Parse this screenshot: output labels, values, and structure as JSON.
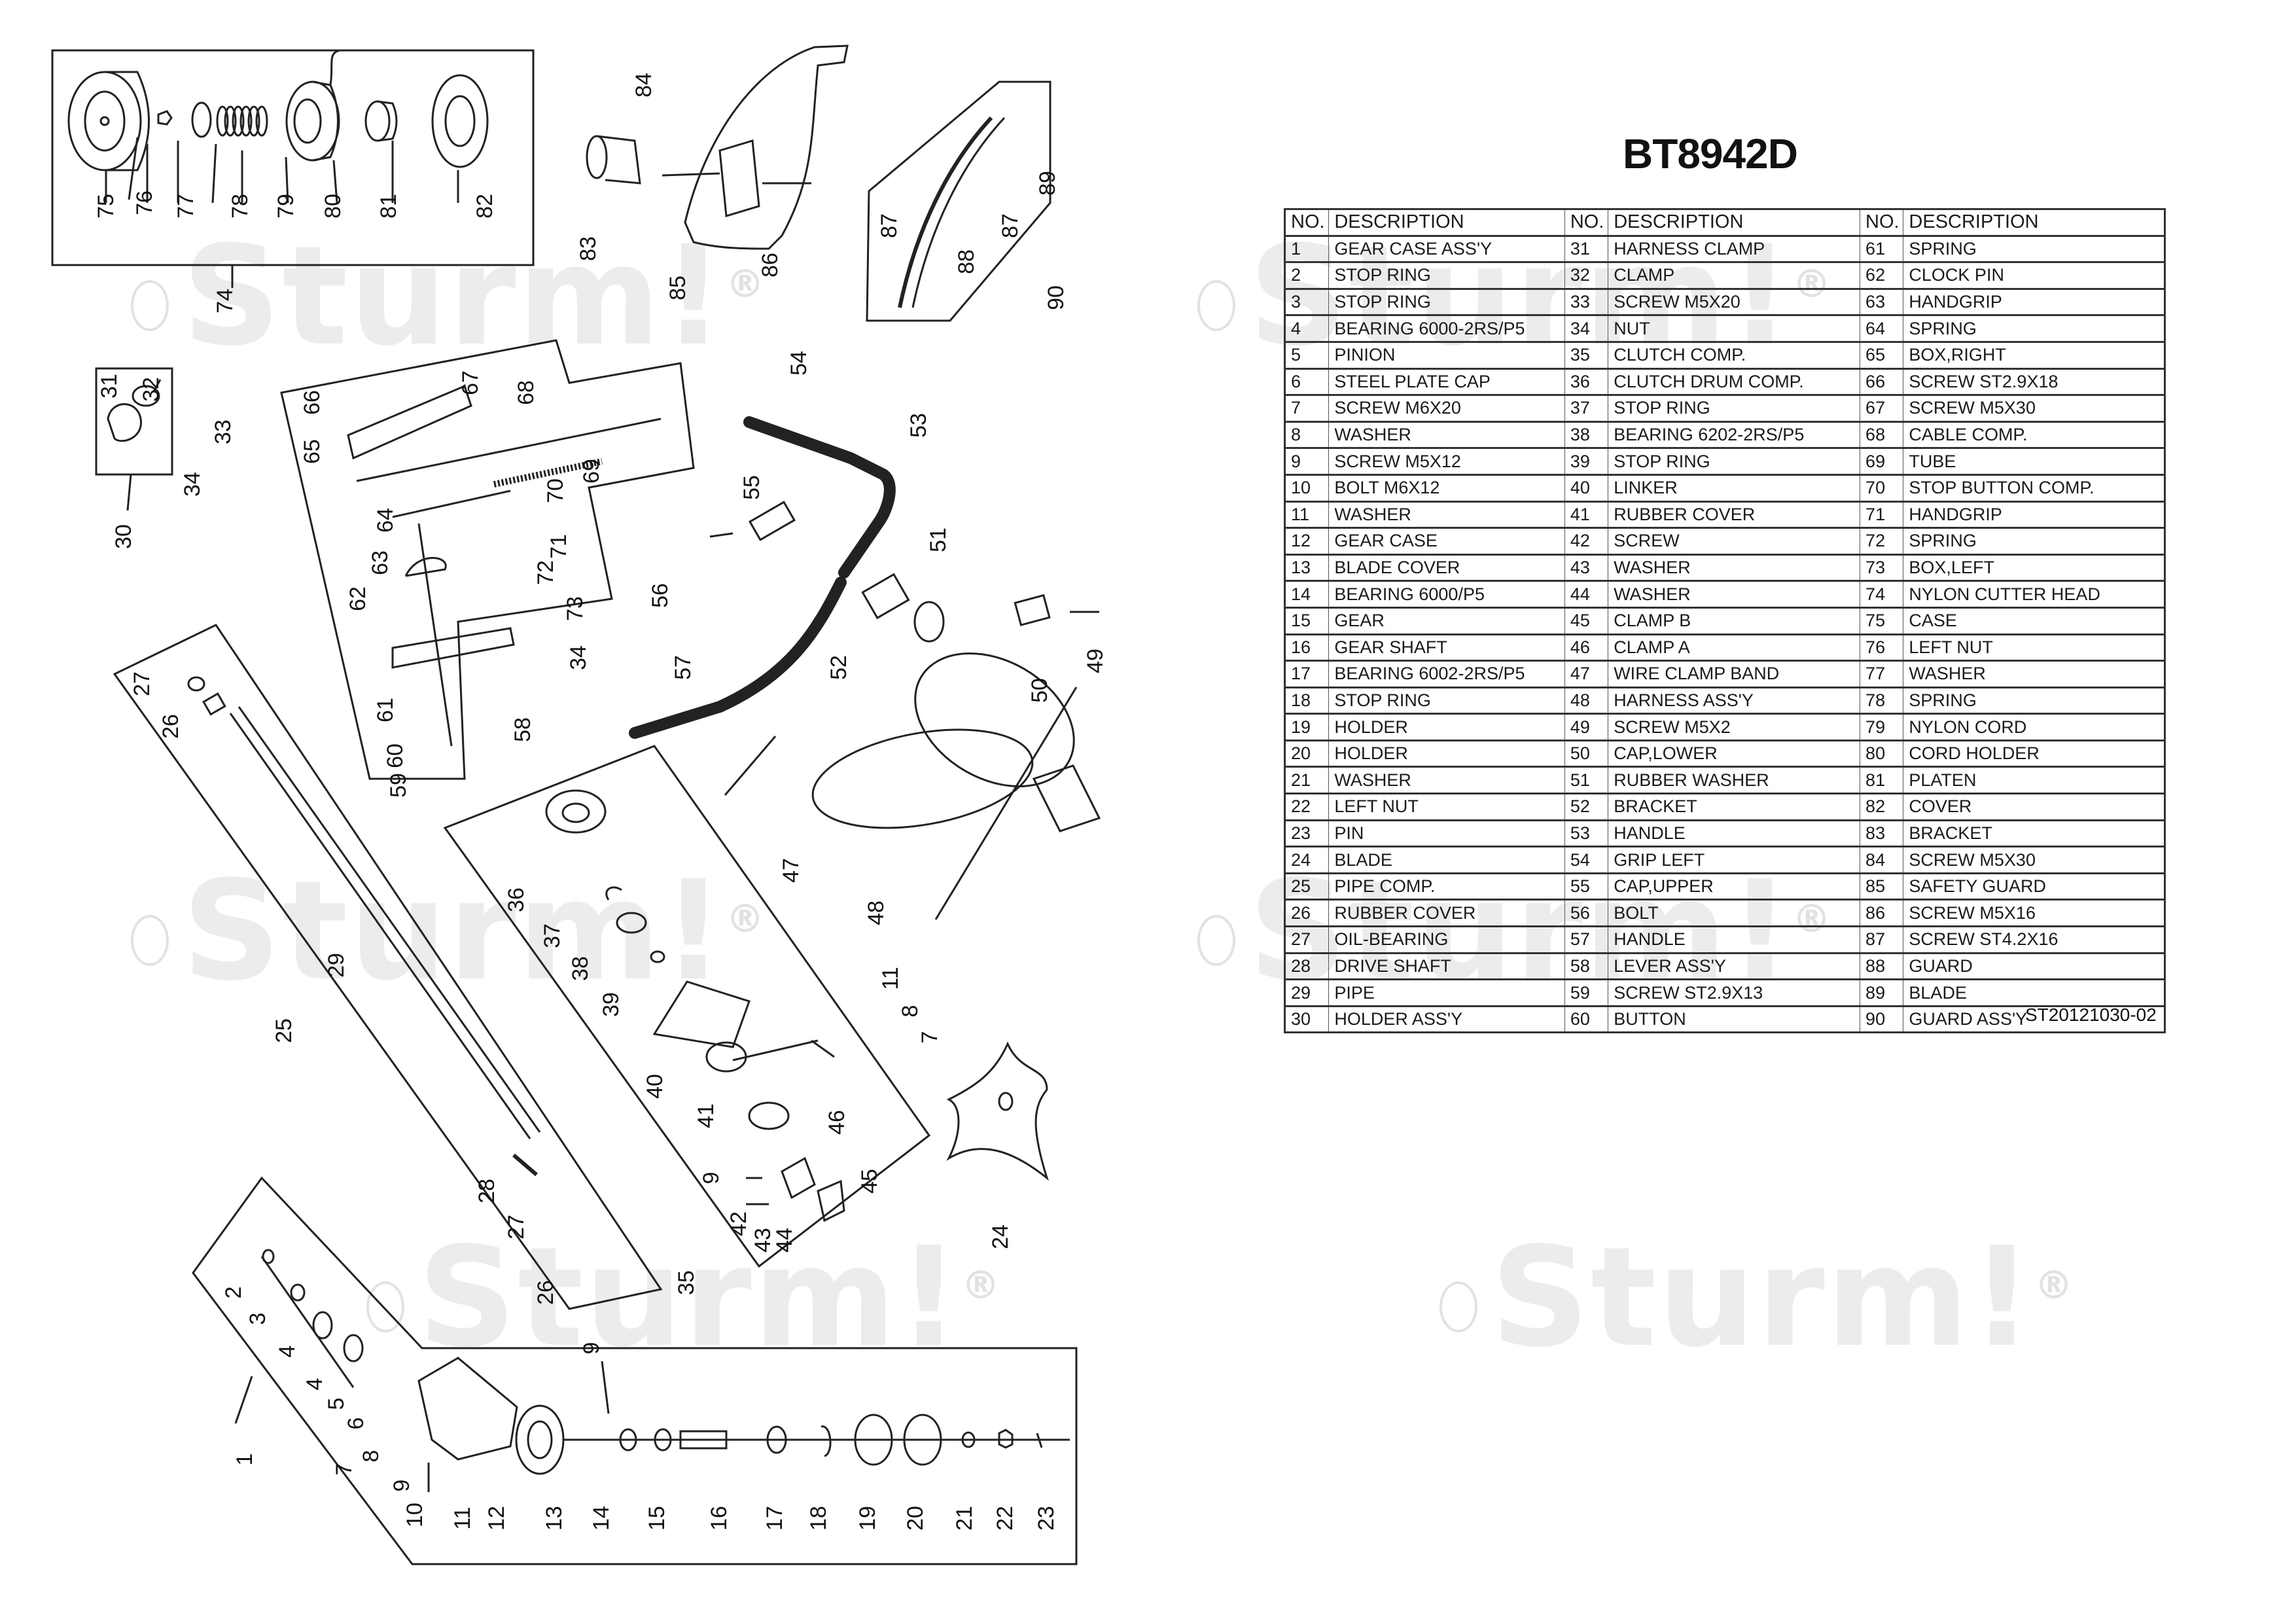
{
  "document": {
    "model": "BT8942D",
    "doc_number": "ST20121030-02",
    "watermark": "Sturm!",
    "watermark_mark": "®"
  },
  "table": {
    "headers": {
      "no": "NO.",
      "description": "DESCRIPTION"
    },
    "rows": [
      [
        {
          "no": "1",
          "d": "GEAR CASE ASS'Y"
        },
        {
          "no": "31",
          "d": "HARNESS CLAMP"
        },
        {
          "no": "61",
          "d": "SPRING"
        }
      ],
      [
        {
          "no": "2",
          "d": "STOP RING"
        },
        {
          "no": "32",
          "d": "CLAMP"
        },
        {
          "no": "62",
          "d": "CLOCK PIN"
        }
      ],
      [
        {
          "no": "3",
          "d": "STOP RING"
        },
        {
          "no": "33",
          "d": "SCREW M5X20"
        },
        {
          "no": "63",
          "d": "HANDGRIP"
        }
      ],
      [
        {
          "no": "4",
          "d": "BEARING 6000-2RS/P5"
        },
        {
          "no": "34",
          "d": "NUT"
        },
        {
          "no": "64",
          "d": "SPRING"
        }
      ],
      [
        {
          "no": "5",
          "d": "PINION"
        },
        {
          "no": "35",
          "d": "CLUTCH COMP."
        },
        {
          "no": "65",
          "d": "BOX,RIGHT"
        }
      ],
      [
        {
          "no": "6",
          "d": "STEEL PLATE CAP"
        },
        {
          "no": "36",
          "d": "CLUTCH DRUM COMP."
        },
        {
          "no": "66",
          "d": "SCREW ST2.9X18"
        }
      ],
      [
        {
          "no": "7",
          "d": "SCREW M6X20"
        },
        {
          "no": "37",
          "d": "STOP RING"
        },
        {
          "no": "67",
          "d": "SCREW M5X30"
        }
      ],
      [
        {
          "no": "8",
          "d": "WASHER"
        },
        {
          "no": "38",
          "d": "BEARING 6202-2RS/P5"
        },
        {
          "no": "68",
          "d": "CABLE COMP."
        }
      ],
      [
        {
          "no": "9",
          "d": "SCREW M5X12"
        },
        {
          "no": "39",
          "d": "STOP RING"
        },
        {
          "no": "69",
          "d": "TUBE"
        }
      ],
      [
        {
          "no": "10",
          "d": "BOLT M6X12"
        },
        {
          "no": "40",
          "d": "LINKER"
        },
        {
          "no": "70",
          "d": "STOP BUTTON COMP."
        }
      ],
      [
        {
          "no": "11",
          "d": "WASHER"
        },
        {
          "no": "41",
          "d": "RUBBER COVER"
        },
        {
          "no": "71",
          "d": "HANDGRIP"
        }
      ],
      [
        {
          "no": "12",
          "d": "GEAR CASE"
        },
        {
          "no": "42",
          "d": "SCREW"
        },
        {
          "no": "72",
          "d": "SPRING"
        }
      ],
      [
        {
          "no": "13",
          "d": "BLADE COVER"
        },
        {
          "no": "43",
          "d": "WASHER"
        },
        {
          "no": "73",
          "d": "BOX,LEFT"
        }
      ],
      [
        {
          "no": "14",
          "d": "BEARING 6000/P5"
        },
        {
          "no": "44",
          "d": "WASHER"
        },
        {
          "no": "74",
          "d": "NYLON CUTTER HEAD"
        }
      ],
      [
        {
          "no": "15",
          "d": "GEAR"
        },
        {
          "no": "45",
          "d": "CLAMP B"
        },
        {
          "no": "75",
          "d": "CASE"
        }
      ],
      [
        {
          "no": "16",
          "d": "GEAR SHAFT"
        },
        {
          "no": "46",
          "d": "CLAMP A"
        },
        {
          "no": "76",
          "d": "LEFT NUT"
        }
      ],
      [
        {
          "no": "17",
          "d": "BEARING 6002-2RS/P5"
        },
        {
          "no": "47",
          "d": "WIRE CLAMP BAND"
        },
        {
          "no": "77",
          "d": "WASHER"
        }
      ],
      [
        {
          "no": "18",
          "d": "STOP RING"
        },
        {
          "no": "48",
          "d": "HARNESS ASS'Y"
        },
        {
          "no": "78",
          "d": "SPRING"
        }
      ],
      [
        {
          "no": "19",
          "d": "HOLDER"
        },
        {
          "no": "49",
          "d": "SCREW M5X2"
        },
        {
          "no": "79",
          "d": "NYLON CORD"
        }
      ],
      [
        {
          "no": "20",
          "d": "HOLDER"
        },
        {
          "no": "50",
          "d": "CAP,LOWER"
        },
        {
          "no": "80",
          "d": "CORD HOLDER"
        }
      ],
      [
        {
          "no": "21",
          "d": "WASHER"
        },
        {
          "no": "51",
          "d": "RUBBER WASHER"
        },
        {
          "no": "81",
          "d": "PLATEN"
        }
      ],
      [
        {
          "no": "22",
          "d": "LEFT NUT"
        },
        {
          "no": "52",
          "d": "BRACKET"
        },
        {
          "no": "82",
          "d": "COVER"
        }
      ],
      [
        {
          "no": "23",
          "d": "PIN"
        },
        {
          "no": "53",
          "d": "HANDLE"
        },
        {
          "no": "83",
          "d": "BRACKET"
        }
      ],
      [
        {
          "no": "24",
          "d": "BLADE"
        },
        {
          "no": "54",
          "d": "GRIP LEFT"
        },
        {
          "no": "84",
          "d": "SCREW M5X30"
        }
      ],
      [
        {
          "no": "25",
          "d": "PIPE COMP."
        },
        {
          "no": "55",
          "d": "CAP,UPPER"
        },
        {
          "no": "85",
          "d": "SAFETY GUARD"
        }
      ],
      [
        {
          "no": "26",
          "d": "RUBBER COVER"
        },
        {
          "no": "56",
          "d": "BOLT"
        },
        {
          "no": "86",
          "d": "SCREW M5X16"
        }
      ],
      [
        {
          "no": "27",
          "d": "OIL-BEARING"
        },
        {
          "no": "57",
          "d": "HANDLE"
        },
        {
          "no": "87",
          "d": "SCREW ST4.2X16"
        }
      ],
      [
        {
          "no": "28",
          "d": "DRIVE SHAFT"
        },
        {
          "no": "58",
          "d": "LEVER ASS'Y"
        },
        {
          "no": "88",
          "d": "GUARD"
        }
      ],
      [
        {
          "no": "29",
          "d": "PIPE"
        },
        {
          "no": "59",
          "d": "SCREW ST2.9X13"
        },
        {
          "no": "89",
          "d": "BLADE"
        }
      ],
      [
        {
          "no": "30",
          "d": "HOLDER ASS'Y"
        },
        {
          "no": "60",
          "d": "BUTTON"
        },
        {
          "no": "90",
          "d": "GUARD ASS'Y"
        }
      ]
    ]
  },
  "diagram": {
    "callouts": {
      "cutter_head": [
        "75",
        "76",
        "77",
        "78",
        "79",
        "80",
        "81",
        "82",
        "74"
      ],
      "guard": [
        "84",
        "83",
        "85",
        "86",
        "87",
        "88",
        "87",
        "89",
        "90"
      ],
      "holder": [
        "31",
        "32",
        "33",
        "34",
        "30"
      ],
      "lever": [
        "66",
        "67",
        "68",
        "65",
        "69",
        "70",
        "64",
        "63",
        "71",
        "62",
        "72",
        "73",
        "34",
        "61",
        "60",
        "59",
        "58"
      ],
      "handle": [
        "54",
        "53",
        "55",
        "56",
        "51",
        "52",
        "57",
        "50",
        "49",
        "47",
        "48"
      ],
      "pipe": [
        "27",
        "26",
        "29",
        "25",
        "28",
        "27",
        "26"
      ],
      "clutch": [
        "36",
        "37",
        "38",
        "39",
        "40",
        "41",
        "9",
        "42",
        "43",
        "44",
        "46",
        "45",
        "35",
        "11",
        "8",
        "7",
        "24"
      ],
      "gear": [
        "2",
        "3",
        "4",
        "4",
        "5",
        "6",
        "9",
        "8",
        "7",
        "9",
        "10",
        "11",
        "12",
        "13",
        "14",
        "15",
        "16",
        "17",
        "18",
        "19",
        "20",
        "21",
        "22",
        "23",
        "1"
      ]
    }
  }
}
